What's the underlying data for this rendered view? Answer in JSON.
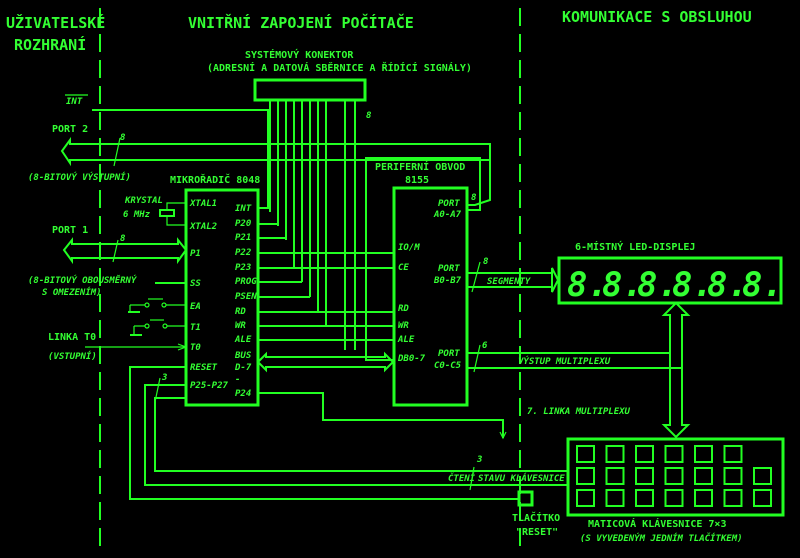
{
  "headers": {
    "user_interface_line1": "UŽIVATELSKÉ",
    "user_interface_line2": "ROZHRANÍ",
    "internal": "VNITŘNÍ ZAPOJENÍ POČÍTAČE",
    "communication": "KOMUNIKACE S OBSLUHOU"
  },
  "connector": {
    "title": "SYSTÉMOVÝ KONEKTOR",
    "subtitle": "(ADRESNÍ A DATOVÁ SBĚRNICE A ŘÍDÍCÍ SIGNÁLY)",
    "bus_width": "8"
  },
  "left": {
    "int": "INT",
    "port2": "PORT 2",
    "port2_width": "8",
    "port2_desc": "(8-BITOVÝ VÝSTUPNÍ)",
    "port1": "PORT 1",
    "port1_width": "8",
    "port1_desc1": "(8-BITOVÝ OBOUSMĚRNÝ",
    "port1_desc2": "S OMEZENÍM)",
    "t0": "LINKA T0",
    "t0_desc": "(VSTUPNÍ)",
    "crystal": "KRYSTAL",
    "crystal_freq": "6 MHz"
  },
  "mcu": {
    "title": "MIKROŘADIČ 8048",
    "left_pins": [
      "XTAL1",
      "XTAL2",
      "P1",
      "SS",
      "EA",
      "T1",
      "T0",
      "RESET",
      "P25-P27"
    ],
    "right_pins": [
      "INT",
      "P20",
      "P21",
      "P22",
      "P23",
      "PROG",
      "PSEN",
      "RD",
      "WR",
      "ALE",
      "BUS",
      "D-7",
      "-",
      "P24"
    ],
    "p25_width": "3"
  },
  "peripheral": {
    "title": "PERIFERNÍ OBVOD",
    "chip": "8155",
    "left_pins": [
      "IO/M",
      "CE",
      "RD",
      "WR",
      "ALE",
      "DB0-7"
    ],
    "port_a": [
      "PORT",
      "A0-A7"
    ],
    "port_b": [
      "PORT",
      "B0-B7"
    ],
    "port_c": [
      "PORT",
      "C0-C5"
    ],
    "port_a_width": "8",
    "port_b_width": "8",
    "port_c_width": "6"
  },
  "display": {
    "title": "6-MÍSTNÝ LED-DISPLEJ",
    "segments_label": "SEGMENTY",
    "digits": [
      "8.",
      "8.",
      "8.",
      "8.",
      "8.",
      "8."
    ]
  },
  "multiplex": {
    "output": "VÝSTUP MULTIPLEXU",
    "line7": "7. LINKA MULTIPLEXU"
  },
  "keyboard": {
    "read_label1": "ČTENÍ",
    "read_label2": "STAVU KLÁVESNICE",
    "read_width": "3",
    "title": "MATICOVÁ KLÁVESNICE 7×3",
    "subtitle": "(S VYVEDENÝM JEDNÍM TLAČÍTKEM)",
    "rows": [
      6,
      7,
      7
    ]
  },
  "reset": {
    "label1": "TLAČÍTKO",
    "label2": "\"RESET\""
  }
}
